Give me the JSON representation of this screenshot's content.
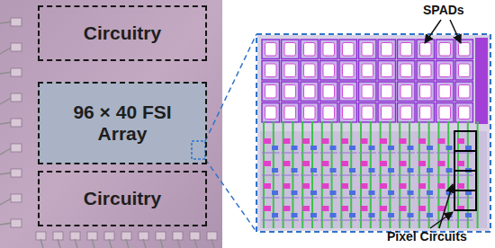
{
  "diagram": {
    "nodes": [
      {
        "text": [
          "Circuitry"
        ]
      },
      {
        "text": [
          "96 × 40 FSI Array"
        ]
      },
      {
        "text": [
          "Circuitry"
        ]
      }
    ],
    "labels": [
      "SPADs",
      "Pixel Circuits"
    ]
  }
}
